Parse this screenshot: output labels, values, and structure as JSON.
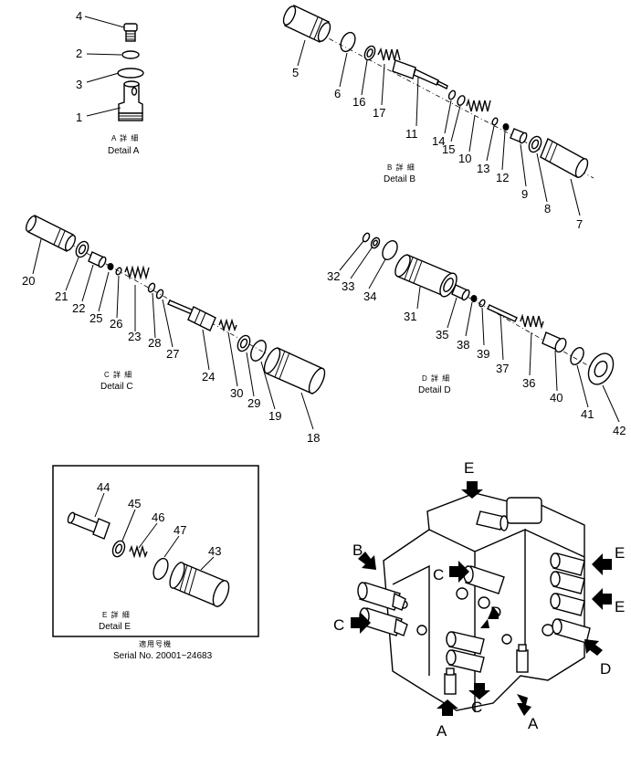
{
  "details": {
    "a": {
      "jp": "A 詳 細",
      "en": "Detail A"
    },
    "b": {
      "jp": "B 詳 細",
      "en": "Detail B"
    },
    "c": {
      "jp": "C 詳 細",
      "en": "Detail C"
    },
    "d": {
      "jp": "D 詳 細",
      "en": "Detail D"
    },
    "e": {
      "jp": "E 詳 細",
      "en": "Detail E"
    }
  },
  "serial": {
    "jp": "適用号機",
    "en": "Serial No. 20001~24683"
  },
  "parts": {
    "p1": "1",
    "p2": "2",
    "p3": "3",
    "p4": "4",
    "p5": "5",
    "p6": "6",
    "p7": "7",
    "p8": "8",
    "p9": "9",
    "p10": "10",
    "p11": "11",
    "p12": "12",
    "p13": "13",
    "p14": "14",
    "p15": "15",
    "p16": "16",
    "p17": "17",
    "p18": "18",
    "p19": "19",
    "p20": "20",
    "p21": "21",
    "p22": "22",
    "p23": "23",
    "p24": "24",
    "p25": "25",
    "p26": "26",
    "p27": "27",
    "p28": "28",
    "p29": "29",
    "p30": "30",
    "p31": "31",
    "p32": "32",
    "p33": "33",
    "p34": "34",
    "p35": "35",
    "p36": "36",
    "p37": "37",
    "p38": "38",
    "p39": "39",
    "p40": "40",
    "p41": "41",
    "p42": "42",
    "p43": "43",
    "p44": "44",
    "p45": "45",
    "p46": "46",
    "p47": "47"
  },
  "callouts": {
    "e_top": "E",
    "b_left": "B",
    "c_mid": "C",
    "d_mid": "D",
    "c_left": "C",
    "e_r1": "E",
    "e_r2": "E",
    "d_right": "D",
    "c_bottom": "C",
    "a_left": "A",
    "a_right": "A"
  }
}
